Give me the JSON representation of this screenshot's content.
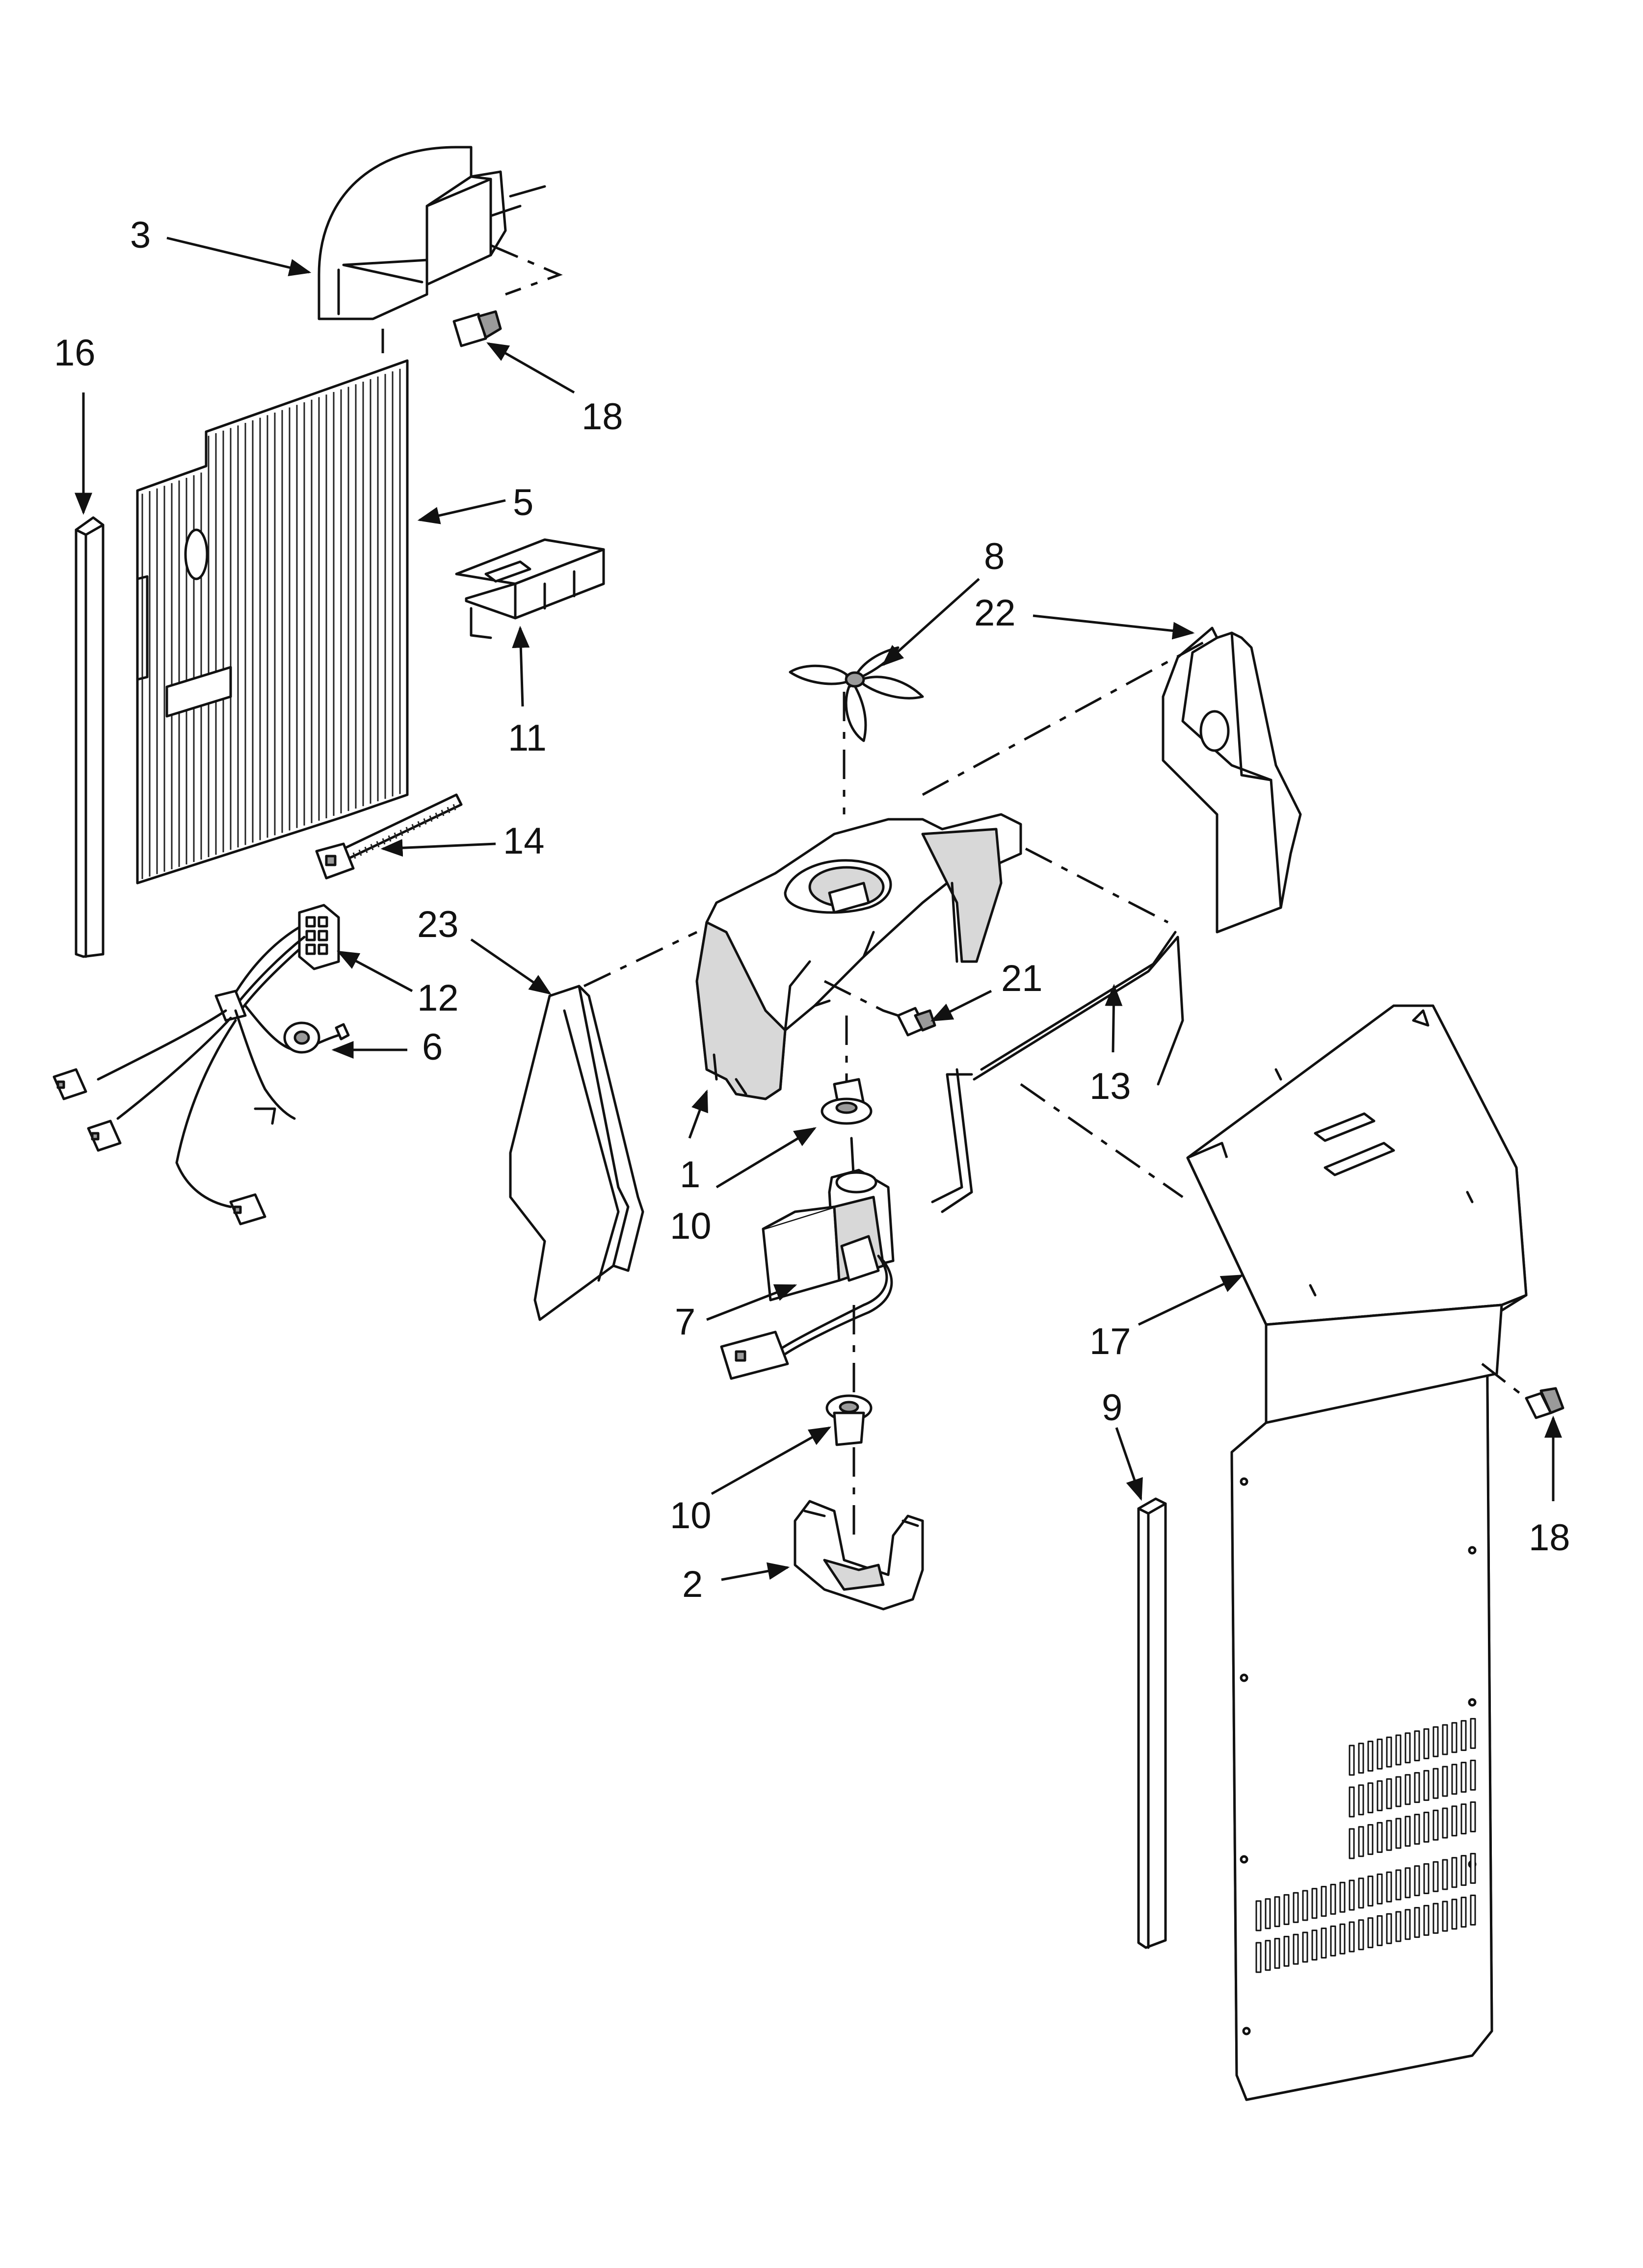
{
  "diagram": {
    "callouts": [
      {
        "id": "c3",
        "text": "3"
      },
      {
        "id": "c16",
        "text": "16"
      },
      {
        "id": "c18a",
        "text": "18"
      },
      {
        "id": "c5",
        "text": "5"
      },
      {
        "id": "c11",
        "text": "11"
      },
      {
        "id": "c8",
        "text": "8"
      },
      {
        "id": "c22",
        "text": "22"
      },
      {
        "id": "c14",
        "text": "14"
      },
      {
        "id": "c23",
        "text": "23"
      },
      {
        "id": "c12",
        "text": "12"
      },
      {
        "id": "c6",
        "text": "6"
      },
      {
        "id": "c21",
        "text": "21"
      },
      {
        "id": "c13",
        "text": "13"
      },
      {
        "id": "c1",
        "text": "1"
      },
      {
        "id": "c10a",
        "text": "10"
      },
      {
        "id": "c7",
        "text": "7"
      },
      {
        "id": "c17",
        "text": "17"
      },
      {
        "id": "c9",
        "text": "9"
      },
      {
        "id": "c18b",
        "text": "18"
      },
      {
        "id": "c10b",
        "text": "10"
      },
      {
        "id": "c2",
        "text": "2"
      }
    ],
    "parts": [
      "air-duct-cover",
      "seal-strip-left",
      "screw-top",
      "evaporator-cover",
      "bracket",
      "fan-blade",
      "side-panel-right",
      "cable-tie",
      "side-panel-left",
      "wire-harness",
      "grommet",
      "screw-middle",
      "wire-bracket",
      "fan-shroud",
      "motor-grommet-upper",
      "fan-motor",
      "rear-panel",
      "seal-strip-right",
      "screw-right",
      "motor-grommet-lower",
      "motor-bracket"
    ]
  }
}
